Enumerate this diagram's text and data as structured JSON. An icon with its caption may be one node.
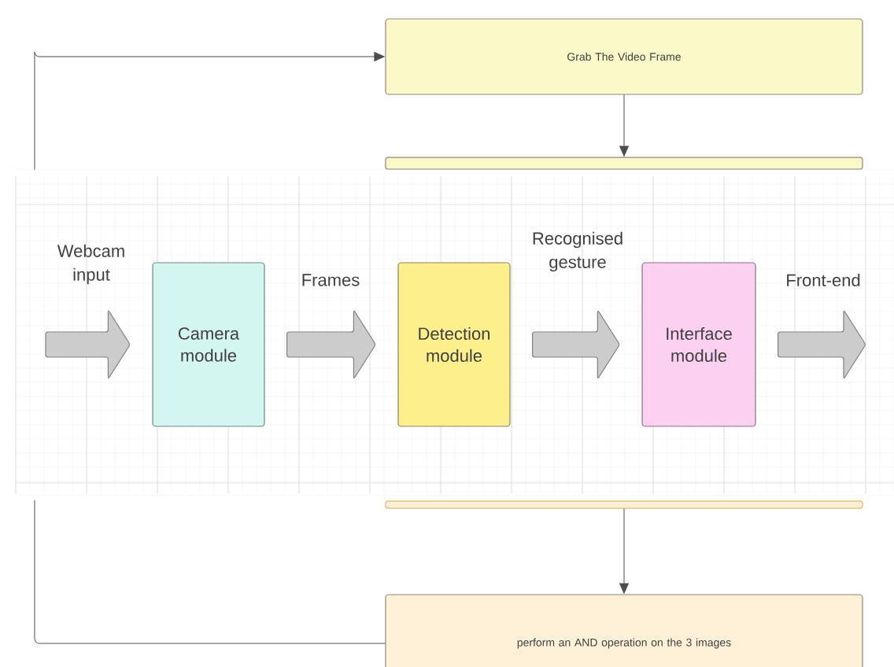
{
  "diagram": {
    "nodes": [
      {
        "text": [
          "Grab The Video Frame"
        ]
      },
      {
        "text": [],
        "shape": "box"
      },
      {
        "text": [],
        "shape": "box"
      },
      {
        "text": [
          "perform an AND operation on the 3 images"
        ]
      },
      {
        "text": [
          "Camera module"
        ]
      },
      {
        "text": [
          "Detection module"
        ]
      },
      {
        "text": [
          "Interface module"
        ]
      }
    ],
    "edges": [
      {
        "from": 0,
        "to": 1,
        "arrow": "to"
      },
      {
        "from": 2,
        "to": 3,
        "arrow": "to"
      },
      {
        "from": 3,
        "to": 0,
        "arrow": "to"
      },
      {
        "from": null,
        "to": 4,
        "arrow": "to",
        "label": "Webcam input",
        "style": "thick"
      },
      {
        "from": 4,
        "to": 5,
        "arrow": "to",
        "label": "Frames",
        "style": "thick"
      },
      {
        "from": 5,
        "to": 6,
        "arrow": "to",
        "label": "Recognised gesture",
        "style": "thick"
      },
      {
        "from": 6,
        "to": null,
        "arrow": "to",
        "label": "Front-end",
        "style": "thick"
      }
    ]
  }
}
